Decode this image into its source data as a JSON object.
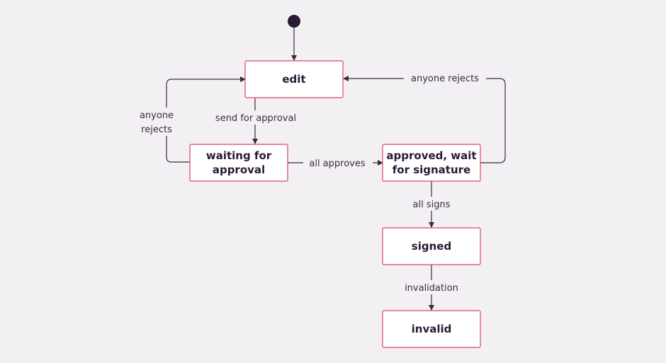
{
  "nodes": {
    "edit": "edit",
    "waiting_line1": "waiting for",
    "waiting_line2": "approval",
    "approved_line1": "approved, wait",
    "approved_line2": "for signature",
    "signed": "signed",
    "invalid": "invalid"
  },
  "edges": {
    "send_for_approval": "send for approval",
    "all_approves": "all approves",
    "anyone_rejects_right": "anyone rejects",
    "anyone_rejects_left_line1": "anyone",
    "anyone_rejects_left_line2": "rejects",
    "all_signs": "all signs",
    "invalidation": "invalidation"
  },
  "colors": {
    "background": "#f3f0f3",
    "node_border": "#d9475d",
    "node_fill": "#ffffff",
    "text": "#2b1a35",
    "edge": "#3a2a44"
  }
}
